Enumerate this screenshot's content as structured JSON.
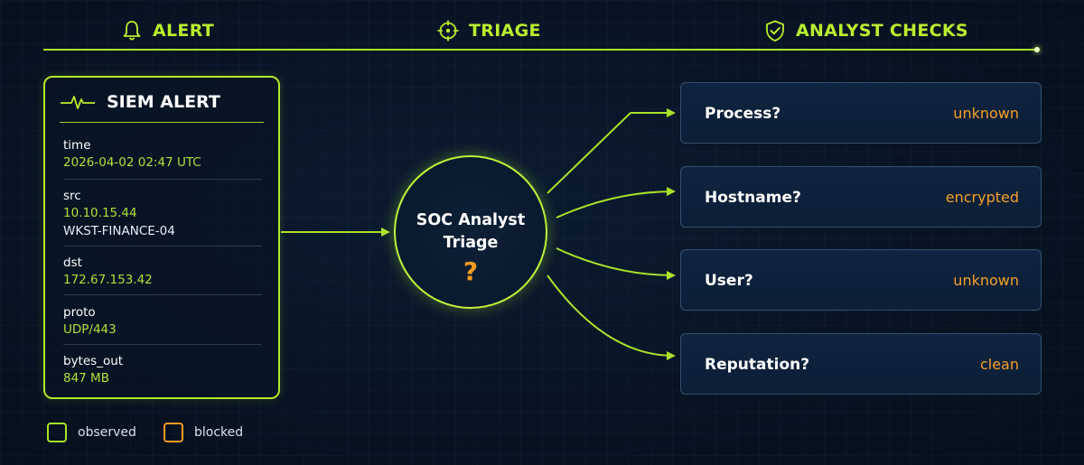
{
  "stages": [
    {
      "label": "ALERT",
      "icon": "bell-icon"
    },
    {
      "label": "TRIAGE",
      "icon": "crosshair-icon"
    },
    {
      "label": "ANALYST CHECKS",
      "icon": "shield-check-icon"
    }
  ],
  "alert": {
    "title": "SIEM ALERT",
    "icon": "pulse-icon",
    "fields": [
      {
        "key": "time",
        "value": "2026-04-02  02:47 UTC"
      },
      {
        "key": "src",
        "value": "10.10.15.44",
        "value2": "WKST-FINANCE-04"
      },
      {
        "key": "dst",
        "value": "172.67.153.42"
      },
      {
        "key": "proto",
        "value": "UDP/443"
      },
      {
        "key": "bytes_out",
        "value": "847 MB"
      }
    ]
  },
  "hub": {
    "line1": "SOC Analyst",
    "line2": "Triage",
    "mark": "?"
  },
  "checks": [
    {
      "label": "Process?",
      "value": "unknown"
    },
    {
      "label": "Hostname?",
      "value": "encrypted"
    },
    {
      "label": "User?",
      "value": "unknown"
    },
    {
      "label": "Reputation?",
      "value": "clean"
    }
  ],
  "legend": [
    {
      "label": "observed",
      "color": "#a8e22a"
    },
    {
      "label": "blocked",
      "color": "#f59a23"
    }
  ],
  "colors": {
    "accent": "#a8e22a",
    "warning": "#f59a23",
    "background": "#081424"
  }
}
